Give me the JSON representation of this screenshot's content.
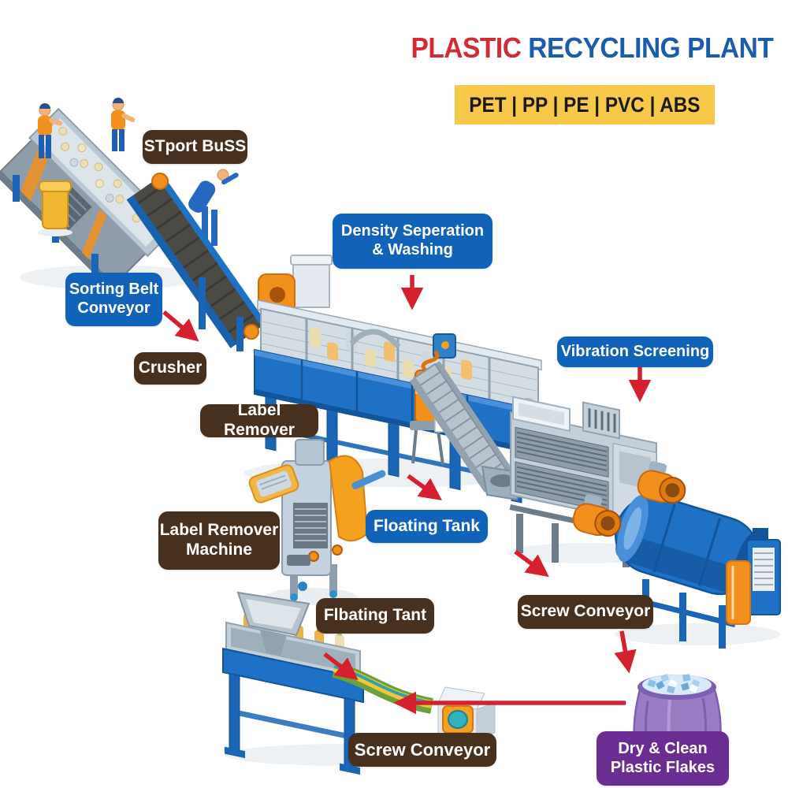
{
  "header": {
    "title_red": "PLASTIC",
    "title_blue": " RECYCLING PLANT",
    "materials": "PET | PP | PE | PVC | ABS"
  },
  "labels": {
    "sort_buss": "STport BuSS",
    "sorting_belt_line1": "Sorting Belt",
    "sorting_belt_line2": "Conveyor",
    "crusher": "Crusher",
    "label_remover": "Label Remover",
    "density_line1": "Density Seperation",
    "density_line2": "& Washing",
    "vibration_screening": "Vibration Screening",
    "label_remover_machine_line1": "Label Remover",
    "label_remover_machine_line2": "Machine",
    "floating_tank": "Floating Tank",
    "floating_tank_alt": "Flbating Tant",
    "screw_conveyor_right": "Screw Conveyor",
    "screw_conveyor_bottom": "Screw Conveyor",
    "flakes_line1": "Dry & Clean",
    "flakes_line2": "Plastic Flakes"
  },
  "colors": {
    "title_red": "#d32b35",
    "title_blue": "#1a5cae",
    "banner_bg": "#f7c84a",
    "banner_text": "#1c1a17",
    "label_brown_bg": "#48301f",
    "label_blue_bg": "#1063b9",
    "label_purple_bg": "#6a2e92",
    "label_text": "#ffffff",
    "arrow_red": "#d6202f",
    "machine_blue": "#1e71c4",
    "machine_orange": "#f2901e",
    "steel_gray": "#c3cfd9",
    "belt_dark": "#4c4a45",
    "bag_purple": "#9a7cc5",
    "flakes_blue": "#bcdcf2"
  }
}
